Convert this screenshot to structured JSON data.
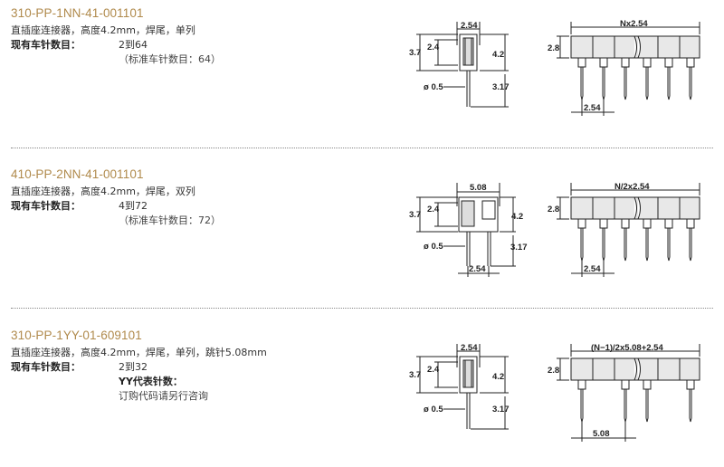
{
  "products": [
    {
      "part_number": "310-PP-1NN-41-001101",
      "description": "直插座连接器，高度4.2mm，焊尾，单列",
      "count_label": "现有车针数目：",
      "count_range": "2到64",
      "standard_count": "（标准车针数目：64）",
      "side_view": {
        "top_width": "2.54",
        "height_37": "3.7",
        "height_24": "2.4",
        "height_42": "4.2",
        "pin_dia": "ø 0.5",
        "tail": "3.17"
      },
      "front_view": {
        "length": "Nx2.54",
        "height": "2.8",
        "pitch": "2.54"
      }
    },
    {
      "part_number": "410-PP-2NN-41-001101",
      "description": "直插座连接器，高度4.2mm，焊尾，双列",
      "count_label": "现有车针数目：",
      "count_range": "4到72",
      "standard_count": "（标准车针数目：72）",
      "side_view": {
        "top_width": "5.08",
        "height_37": "3.7",
        "height_24": "2.4",
        "height_42": "4.2",
        "pin_dia": "ø 0.5",
        "tail": "3.17",
        "bottom_width": "2.54"
      },
      "front_view": {
        "length": "N/2x2.54",
        "height": "2.8",
        "pitch": "2.54"
      }
    },
    {
      "part_number": "310-PP-1YY-01-609101",
      "description": "直插座连接器，高度4.2mm，焊尾，单列，跳针5.08mm",
      "count_label": "现有车针数目：",
      "count_range": "2到32",
      "yy_label": "YY代表针数：",
      "yy_note": "订购代码请另行咨询",
      "side_view": {
        "top_width": "2.54",
        "height_37": "3.7",
        "height_24": "2.4",
        "height_42": "4.2",
        "pin_dia": "ø 0.5",
        "tail": "3.17"
      },
      "front_view": {
        "length": "(N−1)/2x5.08+2.54",
        "height": "2.8",
        "pitch": "5.08"
      }
    }
  ]
}
